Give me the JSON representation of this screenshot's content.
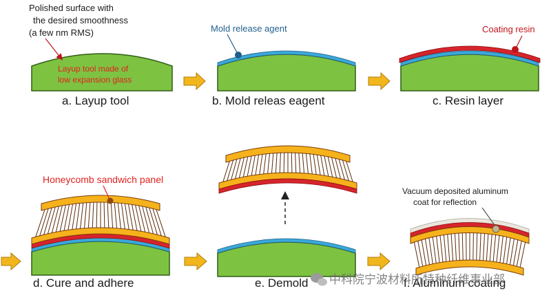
{
  "colors": {
    "tool_fill": "#7ec242",
    "tool_stroke": "#2f5d14",
    "release_blue": "#3aa9d8",
    "resin_red": "#d7242b",
    "panel_orange": "#f6b21b",
    "panel_stroke": "#7a3d0a",
    "arrow_fill": "#f2b61d",
    "aluminum": "#e9e6dc",
    "callout_red": "#c0141c",
    "callout_blue": "#1f5e8c",
    "text_red": "#e0221d"
  },
  "icons": {
    "step_arrow": "block-right-arrow",
    "demold_arrow": "dashed-up-arrow",
    "watermark": "wechat-icon"
  },
  "annotations": {
    "polished_surface": [
      "Polished surface with",
      "the desired smoothness",
      "(a few nm RMS)"
    ],
    "layup_tool": [
      "Layup tool made of",
      "low expansion glass"
    ],
    "mold_release_agent": "Mold release agent",
    "coating_resin": "Coating resin",
    "honeycomb_panel": "Honeycomb sandwich panel",
    "vacuum_aluminum": [
      "Vacuum deposited aluminum",
      "coat for reflection"
    ]
  },
  "steps": {
    "a": "a. Layup tool",
    "b": "b. Mold releas eagent",
    "c": "c. Resin layer",
    "d": "d. Cure and adhere",
    "e": "e. Demold",
    "f": "f. Aluminum coating"
  },
  "watermark": "中科院宁波材料所特种纤维事业部"
}
